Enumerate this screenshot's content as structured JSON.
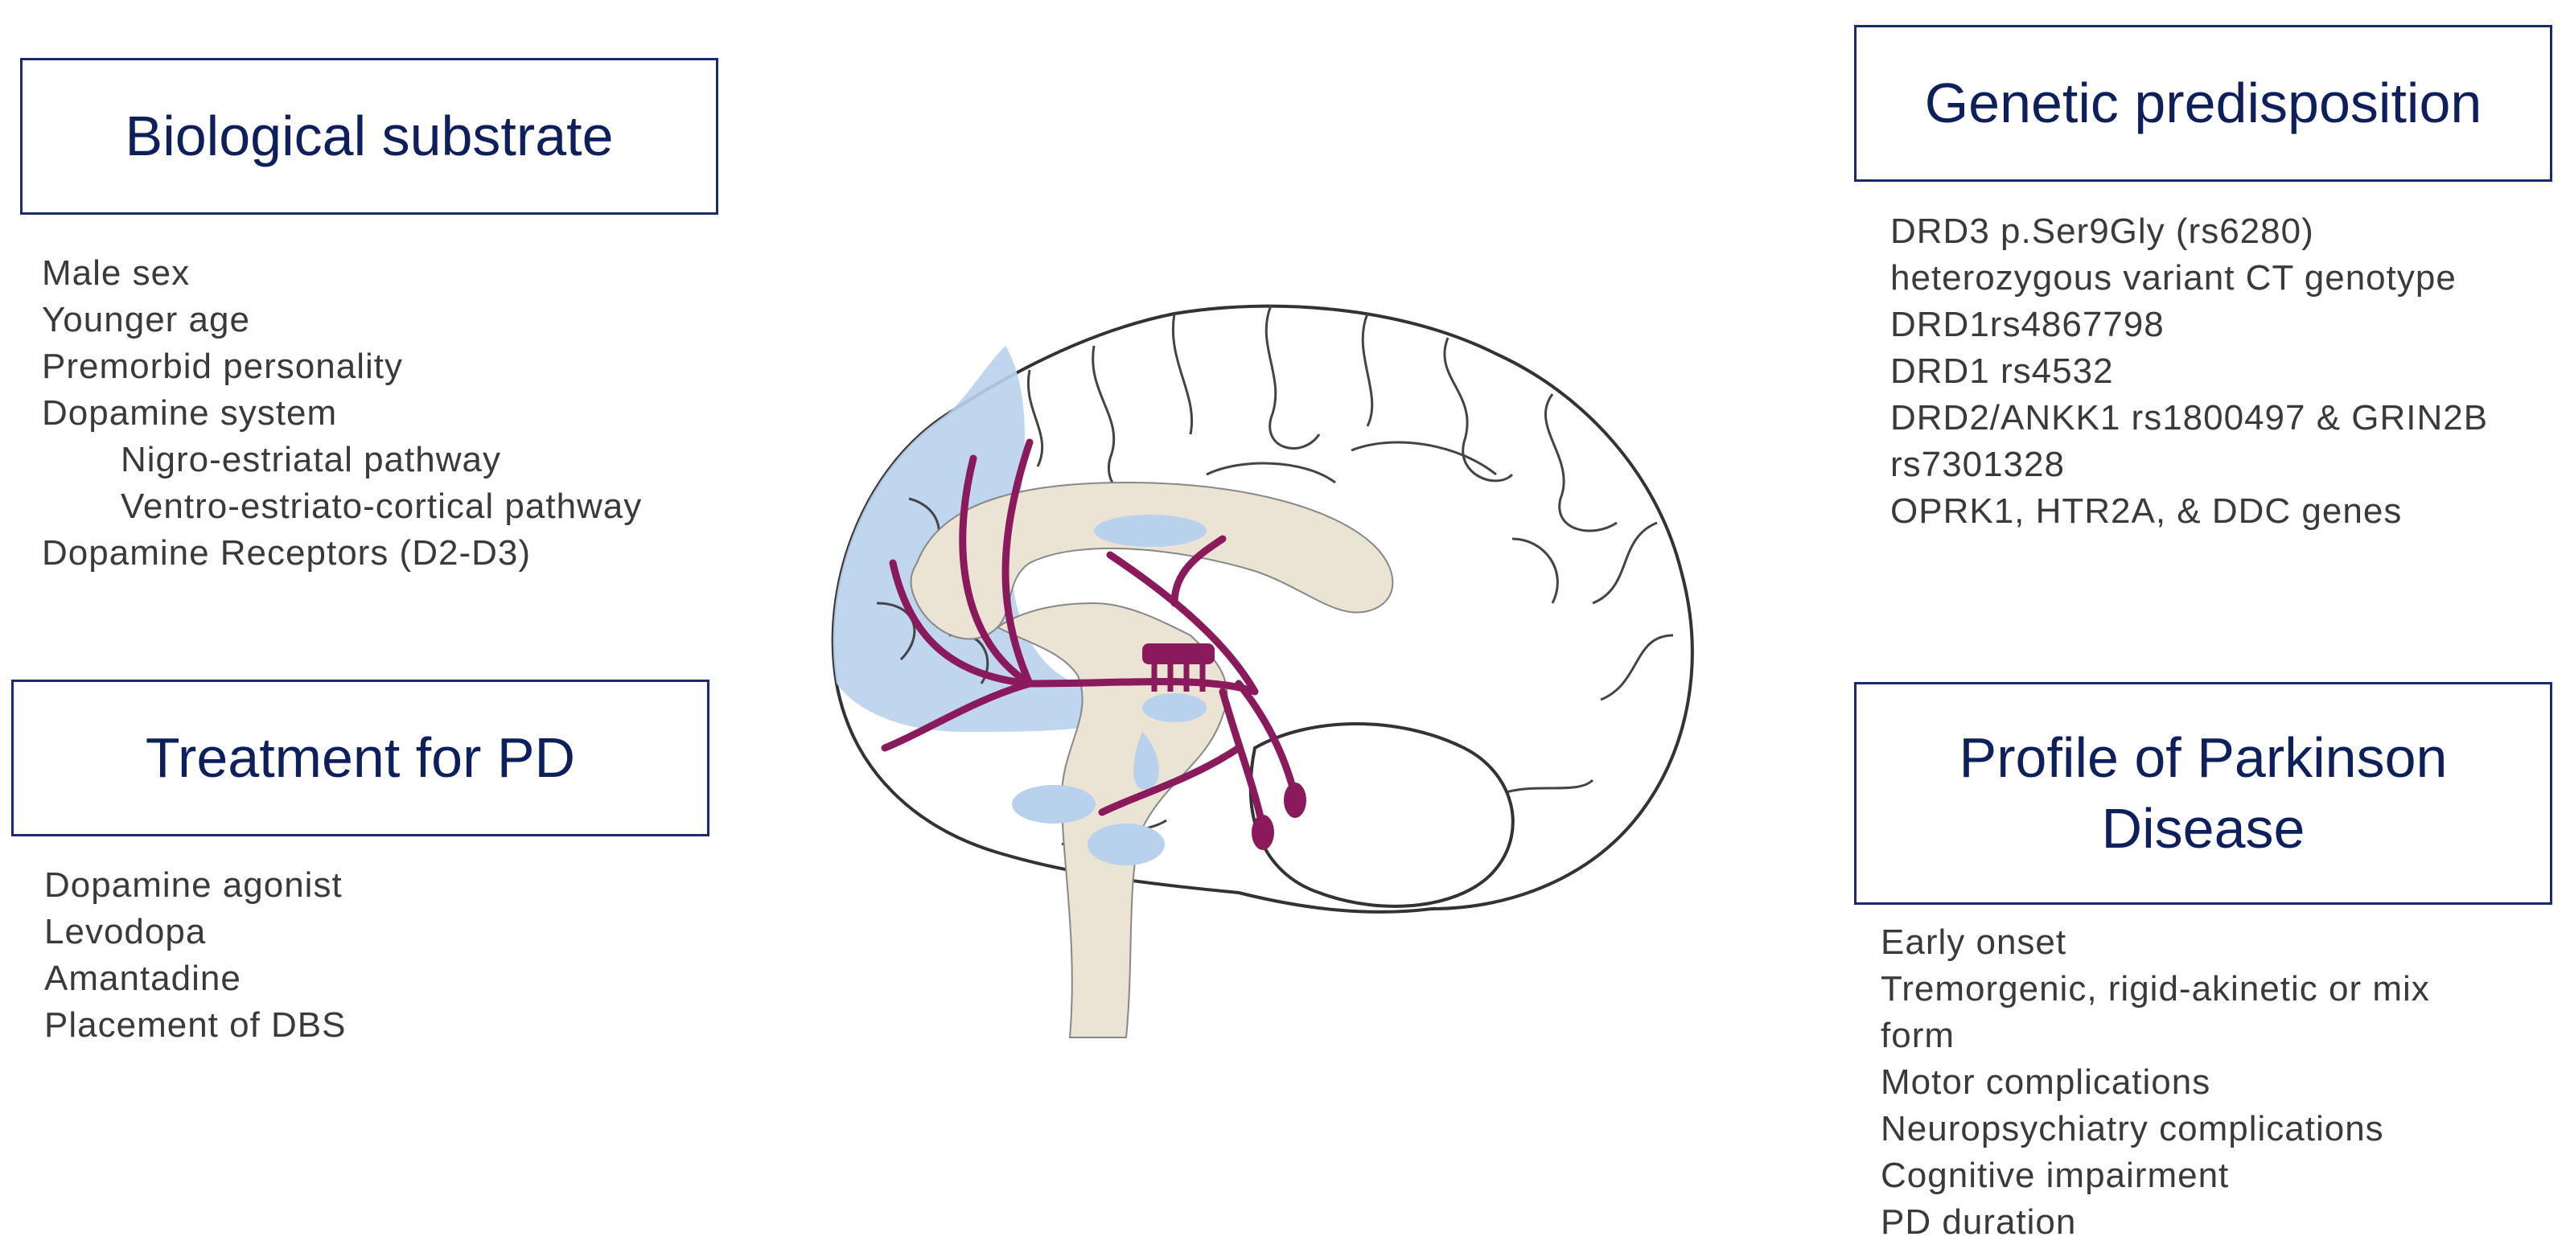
{
  "boxes": {
    "biological": "Biological substrate",
    "treatment": "Treatment for PD",
    "genetic": "Genetic predisposition",
    "profile": "Profile of Parkinson Disease"
  },
  "biological_items": [
    {
      "text": "Male sex",
      "indent": false
    },
    {
      "text": "Younger age",
      "indent": false
    },
    {
      "text": "Premorbid personality",
      "indent": false
    },
    {
      "text": "Dopamine system",
      "indent": false
    },
    {
      "text": "Nigro-estriatal pathway",
      "indent": true
    },
    {
      "text": "Ventro-estriato-cortical pathway",
      "indent": true
    },
    {
      "text": "Dopamine Receptors (D2-D3)",
      "indent": false
    }
  ],
  "treatment_items": [
    "Dopamine agonist",
    "Levodopa",
    "Amantadine",
    "Placement of DBS"
  ],
  "genetic_items": [
    "DRD3 p.Ser9Gly (rs6280)",
    "heterozygous variant CT genotype",
    "DRD1rs4867798",
    "DRD1 rs4532",
    "DRD2/ANKK1 rs1800497 & GRIN2B",
    "rs7301328",
    "OPRK1, HTR2A, & DDC genes"
  ],
  "profile_items": [
    "Early onset",
    "Tremorgenic, rigid-akinetic or mix",
    "form",
    "Motor complications",
    "Neuropsychiatry complications",
    "Cognitive impairment",
    "PD duration"
  ],
  "colors": {
    "box_border": "#1a2a6c",
    "title_text": "#0d1f5c",
    "list_text": "#3a3a3a",
    "frontal_blue": "#b8d1ec",
    "brainstem_beige": "#ebe3d3",
    "pathway_purple": "#8b1a5c"
  },
  "icons": [
    "brain-sagittal-illustration"
  ]
}
